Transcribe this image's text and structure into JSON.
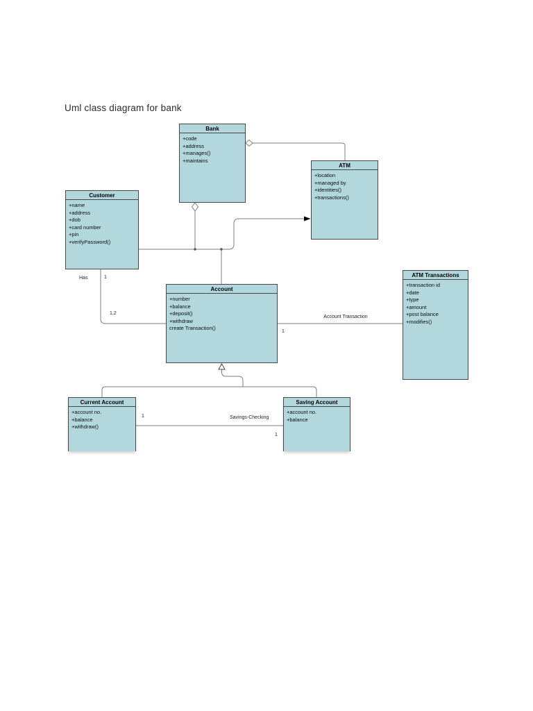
{
  "page": {
    "title": "Uml class diagram for bank"
  },
  "colors": {
    "class_fill": "#b2d8de",
    "class_border": "#474747",
    "connector": "#7d7d7d",
    "background": "#ffffff"
  },
  "classes": [
    {
      "id": "bank",
      "name": "Bank",
      "attributes": [
        "+code",
        "+address",
        "+manages()",
        "+maintains"
      ]
    },
    {
      "id": "atm",
      "name": "ATM",
      "attributes": [
        "+location",
        "+managed by",
        "+identities()",
        "+transactions()"
      ]
    },
    {
      "id": "customer",
      "name": "Customer",
      "attributes": [
        "+name",
        "+address",
        "+dob",
        "+card number",
        "+pin",
        "+verifyPassword()"
      ]
    },
    {
      "id": "account",
      "name": "Account",
      "attributes": [
        "+number",
        "+balance",
        "+deposit()",
        "+withdraw",
        "create Transaction()"
      ]
    },
    {
      "id": "atm_transactions",
      "name": "ATM Transactions",
      "attributes": [
        "+transaction id",
        "+date",
        "+type",
        "+amount",
        "+post balance",
        "+modifies()"
      ]
    },
    {
      "id": "current_account",
      "name": "Current Account",
      "attributes": [
        "+account no.",
        "+balance",
        "+withdraw()"
      ]
    },
    {
      "id": "saving_account",
      "name": "Saving Account",
      "attributes": [
        "+account no.",
        "+balance"
      ]
    }
  ],
  "edge_labels": {
    "has": "Has",
    "has_multiplicity": "1",
    "customer_account_multiplicity": "1,2",
    "account_transaction": "Account Transaction",
    "account_transaction_multiplicity": "1",
    "savings_checking": "Savings-Checking",
    "current_side_multiplicity": "1",
    "saving_side_multiplicity": "1"
  }
}
